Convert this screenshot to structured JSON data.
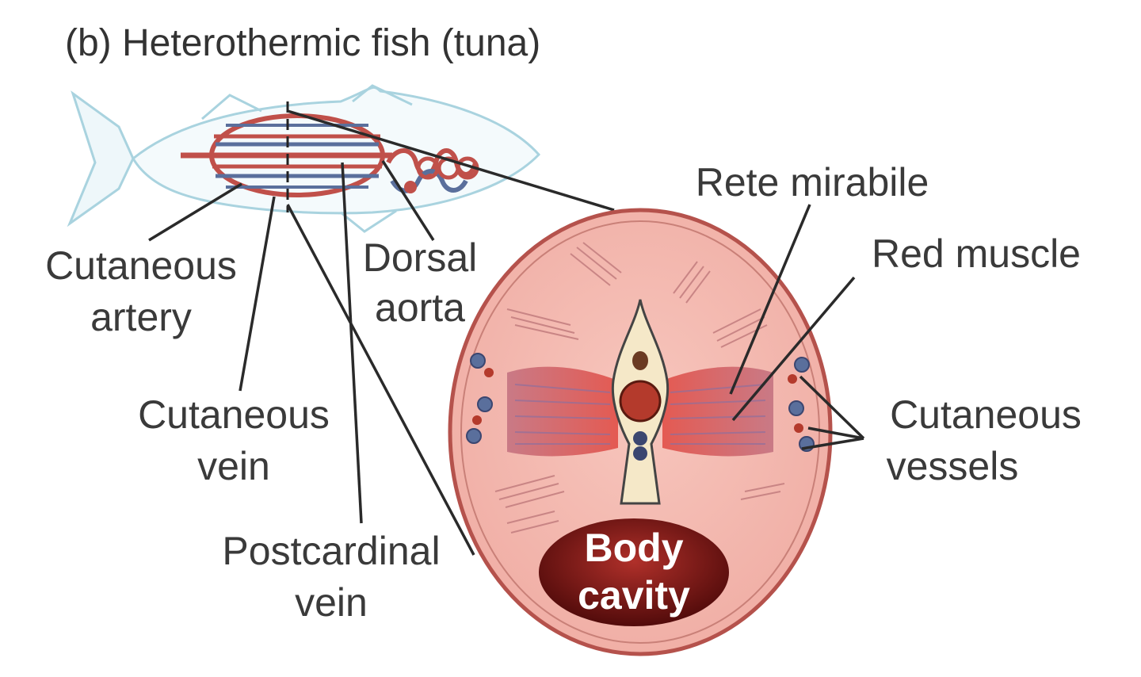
{
  "title": "(b) Heterothermic fish (tuna)",
  "labels": {
    "cutaneous_artery": [
      "Cutaneous",
      "artery"
    ],
    "dorsal_aorta": [
      "Dorsal",
      "aorta"
    ],
    "cutaneous_vein": [
      "Cutaneous",
      "vein"
    ],
    "postcardinal_vein": [
      "Postcardinal",
      "vein"
    ],
    "rete_mirabile": "Rete mirabile",
    "red_muscle": "Red muscle",
    "cutaneous_vessels": [
      "Cutaneous",
      "vessels"
    ],
    "body_cavity": [
      "Body",
      "cavity"
    ]
  },
  "colors": {
    "fish_outline": "#a9d3df",
    "artery": "#c0504a",
    "vein": "#5a6f9c",
    "section_fill": "#f4b9b1",
    "section_rim": "#b5524c",
    "red_muscle": "#e2625a",
    "vertebra": "#f5e8c8",
    "cavity_dark": "#5a0d0d",
    "cavity_light": "#b0302a"
  }
}
